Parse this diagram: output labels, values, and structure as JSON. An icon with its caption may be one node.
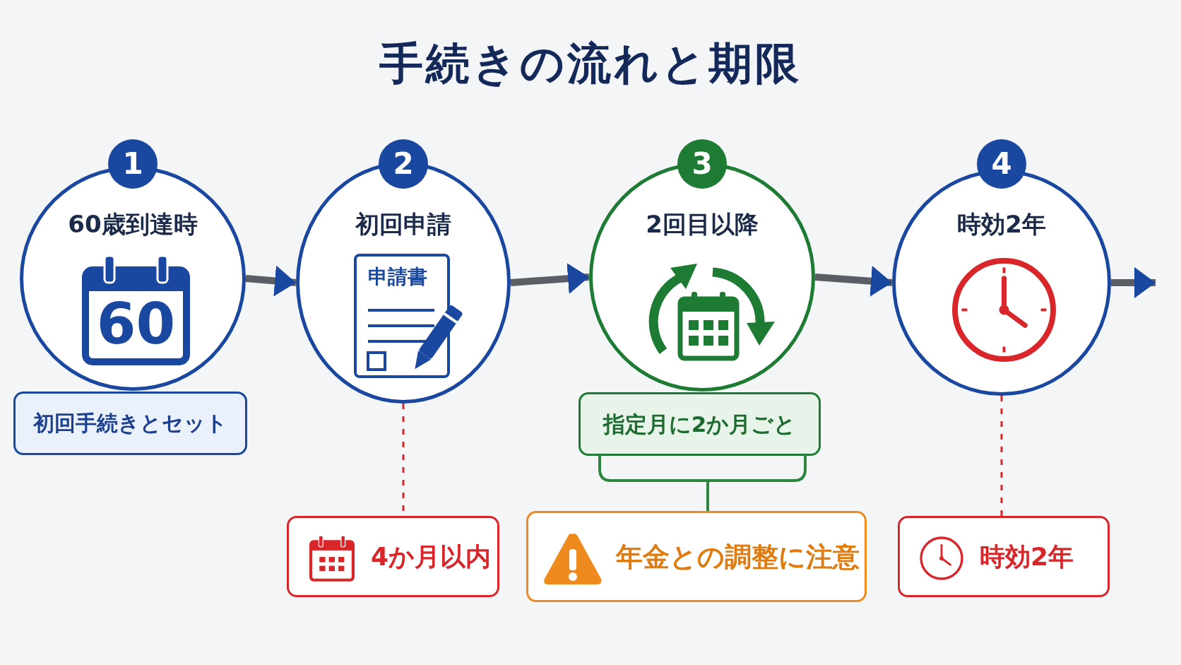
{
  "diagram": {
    "title": "手続きの流れと期限",
    "nodes": [
      {
        "text": [
          "1",
          "60歳到達時",
          "60"
        ]
      },
      {
        "text": [
          "初回手続きとセット"
        ]
      },
      {
        "text": [
          "2",
          "初回申請",
          "申請書"
        ]
      },
      {
        "text": [
          "3",
          "2回目以降"
        ]
      },
      {
        "text": [
          "指定月に2か月ごと"
        ]
      },
      {
        "text": [
          "4",
          "時効2年"
        ]
      },
      {
        "text": [
          "4か月以内"
        ]
      },
      {
        "text": [
          "年金との調整に注意"
        ]
      },
      {
        "text": [
          "時効2年"
        ]
      }
    ],
    "edges": [
      {
        "from": 0,
        "to": 2,
        "arrow": "to"
      },
      {
        "from": 2,
        "to": 3,
        "arrow": "to"
      },
      {
        "from": 3,
        "to": 5,
        "arrow": "to"
      },
      {
        "from": 5,
        "to": null,
        "arrow": "to"
      },
      {
        "from": 2,
        "to": 6,
        "arrow": "none",
        "style": "dashed",
        "color": "#d9262b"
      },
      {
        "from": 4,
        "to": 7,
        "arrow": "none",
        "color": "#2e8540"
      },
      {
        "from": 5,
        "to": 8,
        "arrow": "none",
        "style": "dashed",
        "color": "#d9262b"
      }
    ]
  }
}
